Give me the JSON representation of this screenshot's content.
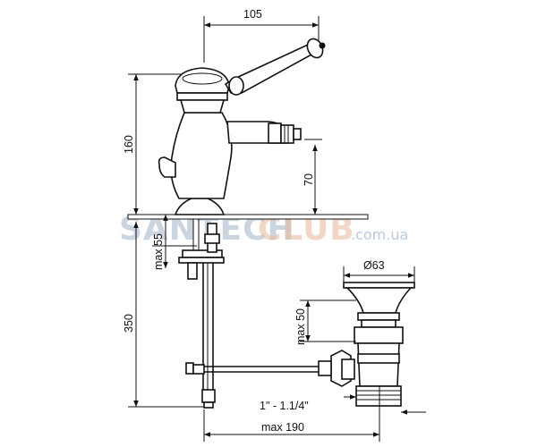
{
  "dimensions": {
    "top_width": "105",
    "height_total": "160",
    "spout_height": "70",
    "max_deck": "max 55",
    "pipe_length": "350",
    "waste_diameter": "Ø63",
    "max_waste": "max 50",
    "thread": "1\" - 1.1/4\"",
    "max_reach": "max 190"
  },
  "watermark": {
    "brand_left": "SANTECH",
    "brand_right": "CLUB",
    "domain": ".com.ua"
  }
}
